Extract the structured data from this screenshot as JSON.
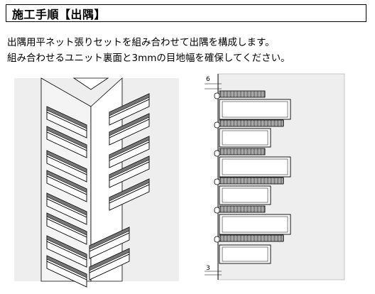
{
  "title": "施工手順【出隅】",
  "description": [
    "出隅用平ネット張りセットを組み合わせて出隅を構成します。",
    "組み合わせるユニット裏面と3mmの目地幅を確保してください。"
  ],
  "dimensions": {
    "top": "6",
    "bottom": "3"
  },
  "colors": {
    "wall": "#eeeeee",
    "stroke": "#000000",
    "ridge": "#666666"
  }
}
